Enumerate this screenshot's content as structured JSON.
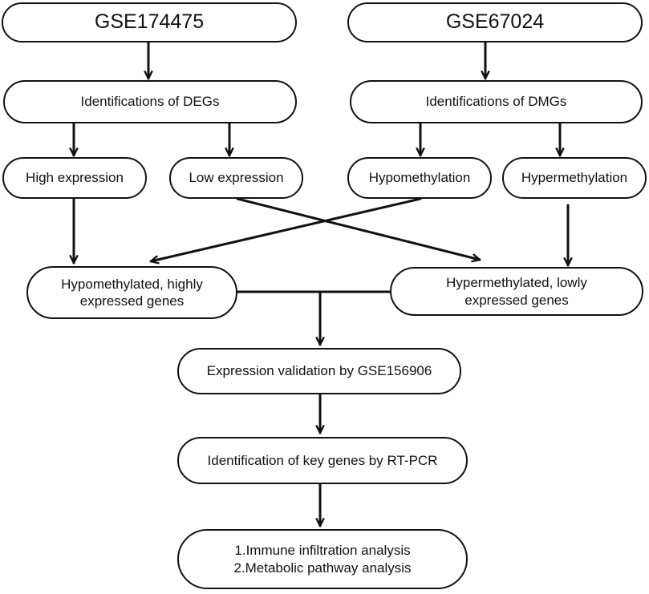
{
  "nodes": {
    "gse174475": "GSE174475",
    "gse67024": "GSE67024",
    "degs": "Identifications of DEGs",
    "dmgs": "Identifications of DMGs",
    "high_expression": "High expression",
    "low_expression": "Low expression",
    "hypomethylation": "Hypomethylation",
    "hypermethylation": "Hypermethylation",
    "hypo_high": "Hypomethylated, highly\nexpressed genes",
    "hyper_low": "Hypermethylated, lowly\nexpressed genes",
    "validation": "Expression validation by GSE156906",
    "key_genes": "Identification of key genes by RT-PCR",
    "analysis": "1.Immune infiltration analysis\n2.Metabolic pathway analysis"
  },
  "colors": {
    "stroke": "#111111",
    "fill": "#ffffff"
  }
}
